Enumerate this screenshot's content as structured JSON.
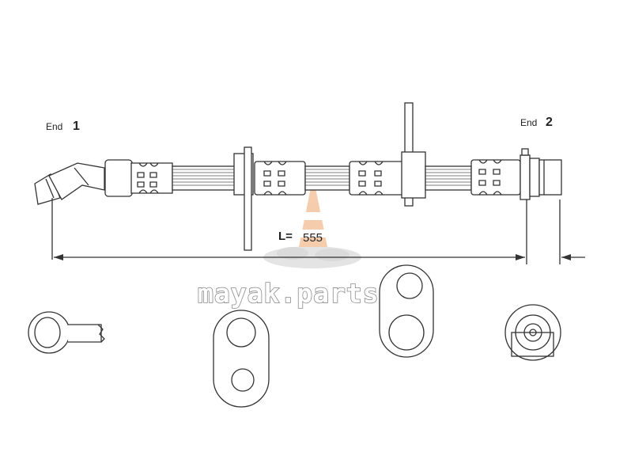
{
  "labels": {
    "end1_prefix": "End",
    "end1_num": "1",
    "end2_prefix": "End",
    "end2_num": "2",
    "length_prefix": "L=",
    "length_value": "555"
  },
  "watermark": {
    "text": "mayak.parts"
  },
  "colors": {
    "line": "#333333",
    "background": "#ffffff",
    "watermark_outline": "#8a8a8a",
    "cone_orange": "#e07a2e"
  }
}
